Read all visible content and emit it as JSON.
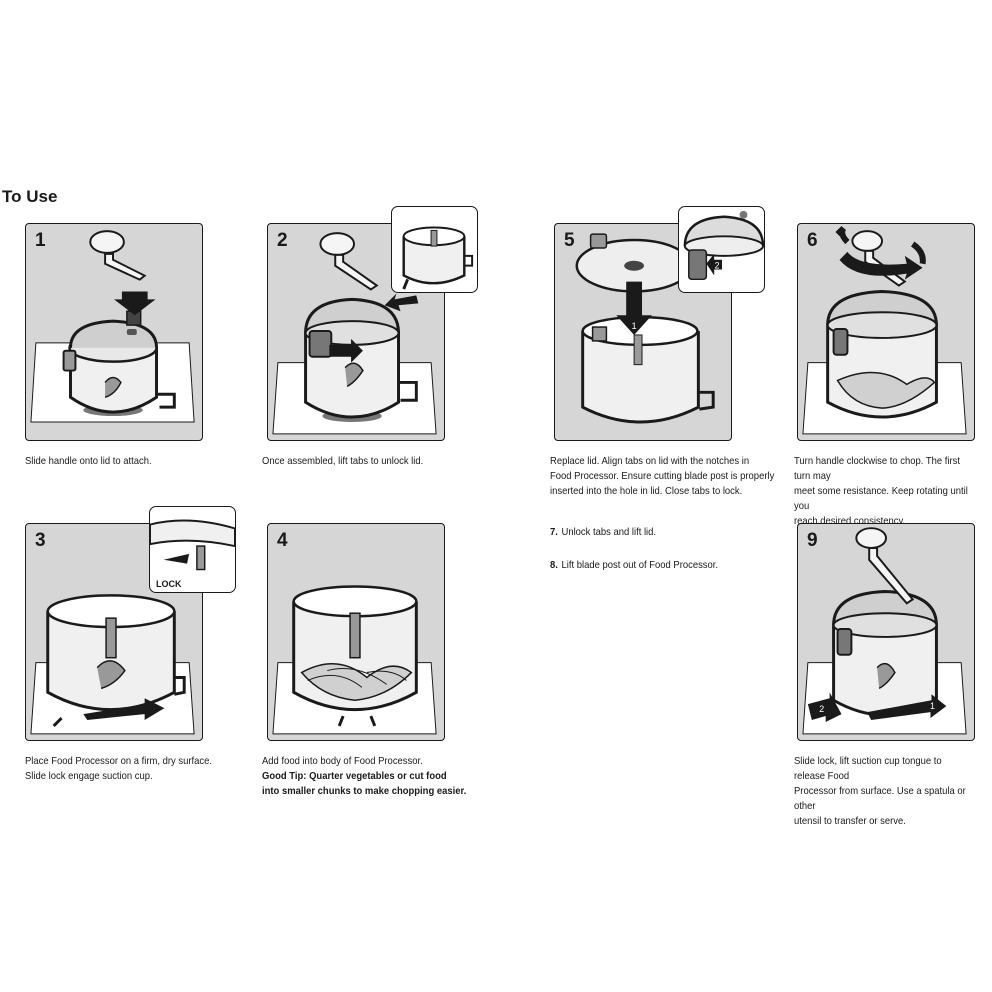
{
  "heading": "To Use",
  "steps": [
    {
      "num": "1",
      "caption": "Slide handle onto lid to attach."
    },
    {
      "num": "2",
      "caption": "Once assembled, lift tabs to unlock lid."
    },
    {
      "num": "3",
      "caption_line1": "Place Food Processor on a firm, dry surface.",
      "caption_line2": "Slide lock engage suction cup.",
      "inset_label": "LOCK"
    },
    {
      "num": "4",
      "caption": "Add food into body of Food Processor.",
      "tip_line1": "Good Tip: Quarter vegetables or cut food",
      "tip_line2": "into smaller chunks to make chopping easier."
    },
    {
      "num": "5",
      "caption_line1": "Replace lid. Align tabs on lid with the notches in",
      "caption_line2": "Food Processor. Ensure cutting blade post is properly",
      "caption_line3": "inserted into the hole in lid. Close tabs to lock.",
      "arrow_1": "1",
      "arrow_2": "2"
    },
    {
      "num": "6",
      "caption_line1": "Turn handle clockwise to chop. The first turn may",
      "caption_line2": "meet some resistance. Keep rotating until you",
      "caption_line3": "reach desired consistency."
    },
    {
      "num": "9",
      "caption_line1": "Slide lock, lift suction cup tongue to release Food",
      "caption_line2": "Processor from surface. Use a spatula or other",
      "caption_line3": "utensil to transfer or serve.",
      "arrow_1": "1",
      "arrow_2": "2"
    }
  ],
  "text_steps": [
    {
      "num": "7.",
      "text": "Unlock tabs and lift lid."
    },
    {
      "num": "8.",
      "text": "Lift blade post out of Food Processor."
    }
  ]
}
